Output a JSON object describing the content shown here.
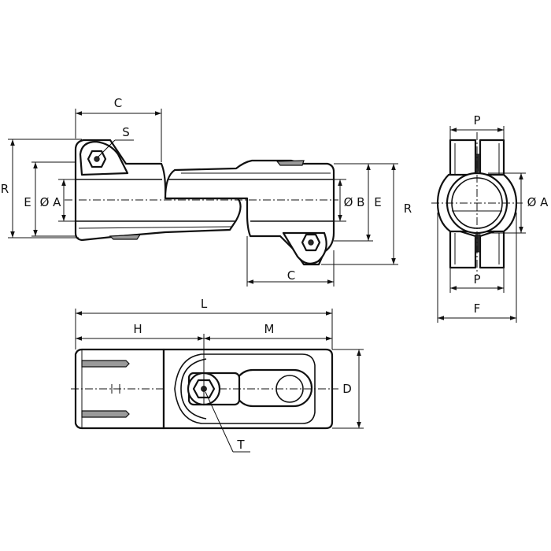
{
  "labels": {
    "side_top_c": "C",
    "side_s": "S",
    "side_left_r": "R",
    "side_left_e": "E",
    "side_left_a": "Ø A",
    "side_right_b": "Ø B",
    "side_right_e": "E",
    "side_right_r": "R",
    "side_bottom_c": "C",
    "end_top_p": "P",
    "end_right_a": "Ø A",
    "end_bottom_p": "P",
    "end_bottom_f": "F",
    "top_l": "L",
    "top_h": "H",
    "top_m": "M",
    "top_d": "D",
    "top_t": "T"
  }
}
